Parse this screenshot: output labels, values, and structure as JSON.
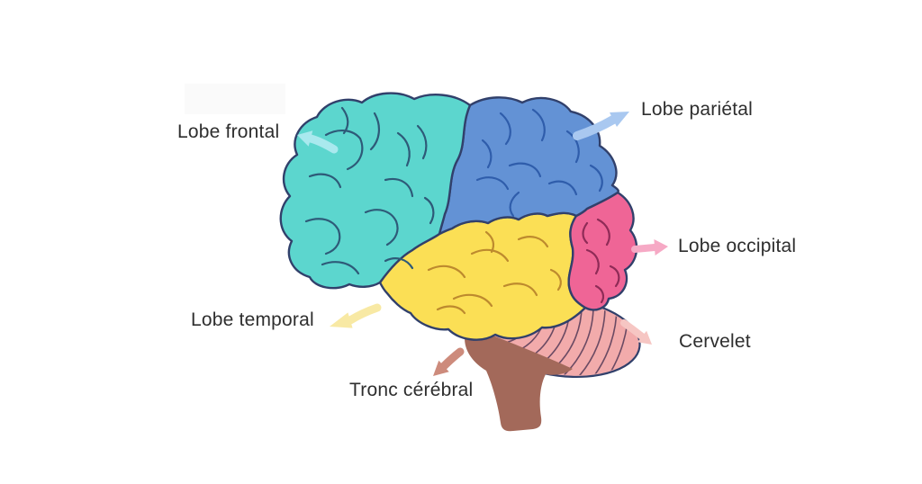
{
  "page": {
    "background": "#ffffff",
    "text_color": "#2e2e2e"
  },
  "labels": {
    "frontal": "Lobe frontal",
    "parietal": "Lobe pariétal",
    "occipital": "Lobe occipital",
    "temporal": "Lobe temporal",
    "cervelet": "Cervelet",
    "tronc": "Tronc cérébral"
  },
  "regions": {
    "frontal": {
      "fill": "#5cd6ce",
      "sulci": "#2e5a78",
      "arrow": "#a9e9ee"
    },
    "parietal": {
      "fill": "#6392d5",
      "sulci": "#2f5dab",
      "arrow": "#a9c8f0"
    },
    "occipital": {
      "fill": "#ef6596",
      "sulci": "#8f2b57",
      "arrow": "#f6a9c5"
    },
    "temporal": {
      "fill": "#fbdf55",
      "sulci": "#bd8a2e",
      "arrow": "#f8e9a4"
    },
    "cervelet": {
      "fill": "#f2abab",
      "stripes": "#6b4a63",
      "arrow": "#f6c6c3"
    },
    "tronc": {
      "fill": "#a3695a",
      "arrow": "#cd8b7c"
    }
  },
  "outline_color": "#31406b"
}
